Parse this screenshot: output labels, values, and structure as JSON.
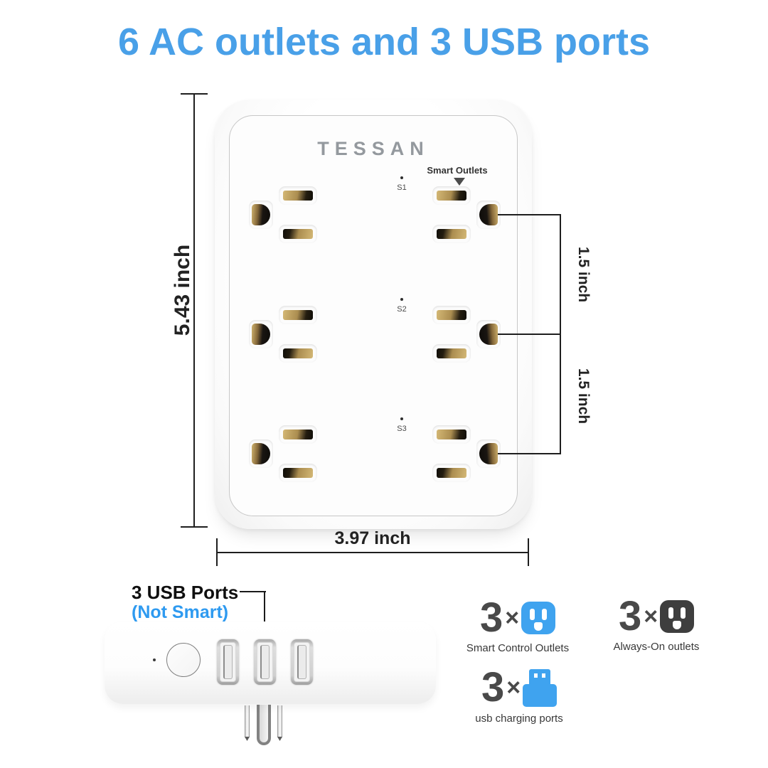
{
  "title": "6 AC outlets and 3 USB ports",
  "device": {
    "brand": "TESSAN",
    "smart_outlets_label": "Smart Outlets",
    "indicators": [
      "S1",
      "S2",
      "S3"
    ]
  },
  "dimensions": {
    "height_label": "5.43 inch",
    "width_label": "3.97 inch",
    "spacing_labels": [
      "1.5 inch",
      "1.5 inch"
    ]
  },
  "side_view": {
    "usb_ports_label": "3 USB Ports",
    "not_smart_label": "(Not Smart)"
  },
  "features": [
    {
      "count": "3",
      "times": "×",
      "label": "Smart Control Outlets",
      "icon": "smart-outlet-icon",
      "color": "#3fa3ef"
    },
    {
      "count": "3",
      "times": "×",
      "label": "Always-On outlets",
      "icon": "always-on-outlet-icon",
      "color": "#3e3e3e"
    },
    {
      "count": "3",
      "times": "×",
      "label": "usb charging ports",
      "icon": "usb-plug-icon",
      "color": "#3fa3ef"
    }
  ],
  "colors": {
    "accent_blue": "#49a0e8",
    "not_smart_blue": "#2e9af0",
    "dark_gray": "#3e3e3e",
    "brass": "#c3a665",
    "line": "#1e1e1e"
  }
}
